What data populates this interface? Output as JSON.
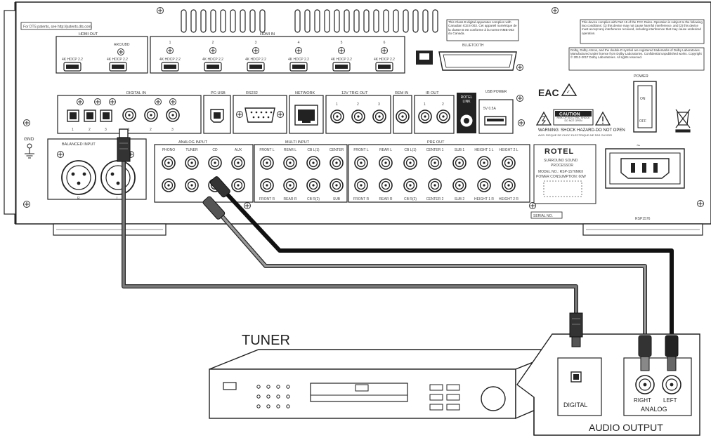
{
  "device": {
    "patent_note": "For DTS patents, see http://patents.dts.com.",
    "hdmi_out_label": "HDMI OUT",
    "hdmi_in_label": "HDMI IN",
    "arc_label": "ARC/UBD",
    "hdcp_label": "4K HDCP 2.2",
    "hdmi_in_numbers": [
      "1",
      "2",
      "3",
      "4",
      "5",
      "6"
    ],
    "compliance_text": "This Class B digital apparatus complies with Canadian ICES-003. Cet appareil numérique de la classe B est conforme à la norme NMB-003 du Canada.",
    "bluetooth_label": "BLUETOOTH",
    "fcc_text": "This device complies with Part 15 of the FCC Rules. Operation is subject to the following two conditions: (1) this device may not cause harmful interference, and (2) this device must accept any interference received, including interference that may cause undesired operation.",
    "dolby_text": "Dolby, Dolby Atmos, and the double-D symbol are registered trademarks of Dolby Laboratories. Manufactured under license from Dolby Laboratories. Confidential unpublished works. Copyright © 2012-2017 Dolby Laboratories. All rights reserved.",
    "power_label": "POWER",
    "power_on": "ON",
    "power_off": "OFF",
    "digital_in_label": "DIGITAL IN",
    "digital_in_numbers": [
      "1",
      "2",
      "3",
      "1",
      "2",
      "3"
    ],
    "pc_usb_label": "PC-USB",
    "rs232_label": "RS232",
    "network_label": "NETWORK",
    "trig_label": "12V TRIG OUT",
    "trig_numbers": [
      "1",
      "2",
      "3"
    ],
    "rem_in_label": "REM IN",
    "ir_out_label": "IR OUT",
    "ir_numbers": [
      "1",
      "2"
    ],
    "rotel_link_label": "ROTEL LINK",
    "usb_power_label": "USB POWER",
    "usb_power_value": "5V 0.5A",
    "caution_label": "CAUTION",
    "caution_sub": "RISK OF ELECTRIC SHOCK DO NOT OPEN",
    "warning_text": "WARNING: SHOCK HAZARD-DO NOT OPEN",
    "warning_sub": "AVIS: RISQUE DE CHOC ELECTRIQUE-NE PAS OUVRIR",
    "gnd_label": "GND",
    "balanced_label": "BALANCED INPUT",
    "balanced_r": "R",
    "balanced_l": "L",
    "analog_input_label": "ANALOG INPUT",
    "analog_inputs": [
      "PHONO",
      "TUNER",
      "CD",
      "AUX"
    ],
    "multi_input_label": "MULTI INPUT",
    "multi_top": [
      "FRONT L",
      "REAR L",
      "CB L(1)",
      "CENTER"
    ],
    "multi_bottom": [
      "FRONT R",
      "REAR R",
      "CB R(2)",
      "SUB"
    ],
    "pre_out_label": "PRE OUT",
    "pre_top": [
      "FRONT L",
      "REAR L",
      "CB L(1)",
      "CENTER 1",
      "SUB 1",
      "HEIGHT 1 L",
      "HEIGHT 2 L"
    ],
    "pre_bottom": [
      "FRONT R",
      "REAR R",
      "CB R(2)",
      "CENTER 2",
      "SUB 2",
      "HEIGHT 1 R",
      "HEIGHT 2 R"
    ],
    "brand": "ROTEL",
    "product_line1": "SURROUND SOUND",
    "product_line2": "PROCESSOR",
    "model_line": "MODEL NO.: RSP-1576MKII",
    "power_consumption": "POWER CONSUMPTION: 60W",
    "serial_label": "SERIAL NO.",
    "model_code": "RSP1576"
  },
  "tuner": {
    "title": "TUNER"
  },
  "audio_output": {
    "title": "AUDIO OUTPUT",
    "digital_label": "DIGITAL",
    "analog_label": "ANALOG",
    "right_label": "RIGHT",
    "left_label": "LEFT"
  },
  "colors": {
    "line": "#2b2b2b",
    "digital_cable": "#6e6e6e",
    "analog_right_cable": "#8a8a8a",
    "analog_left_cable": "#111111"
  }
}
